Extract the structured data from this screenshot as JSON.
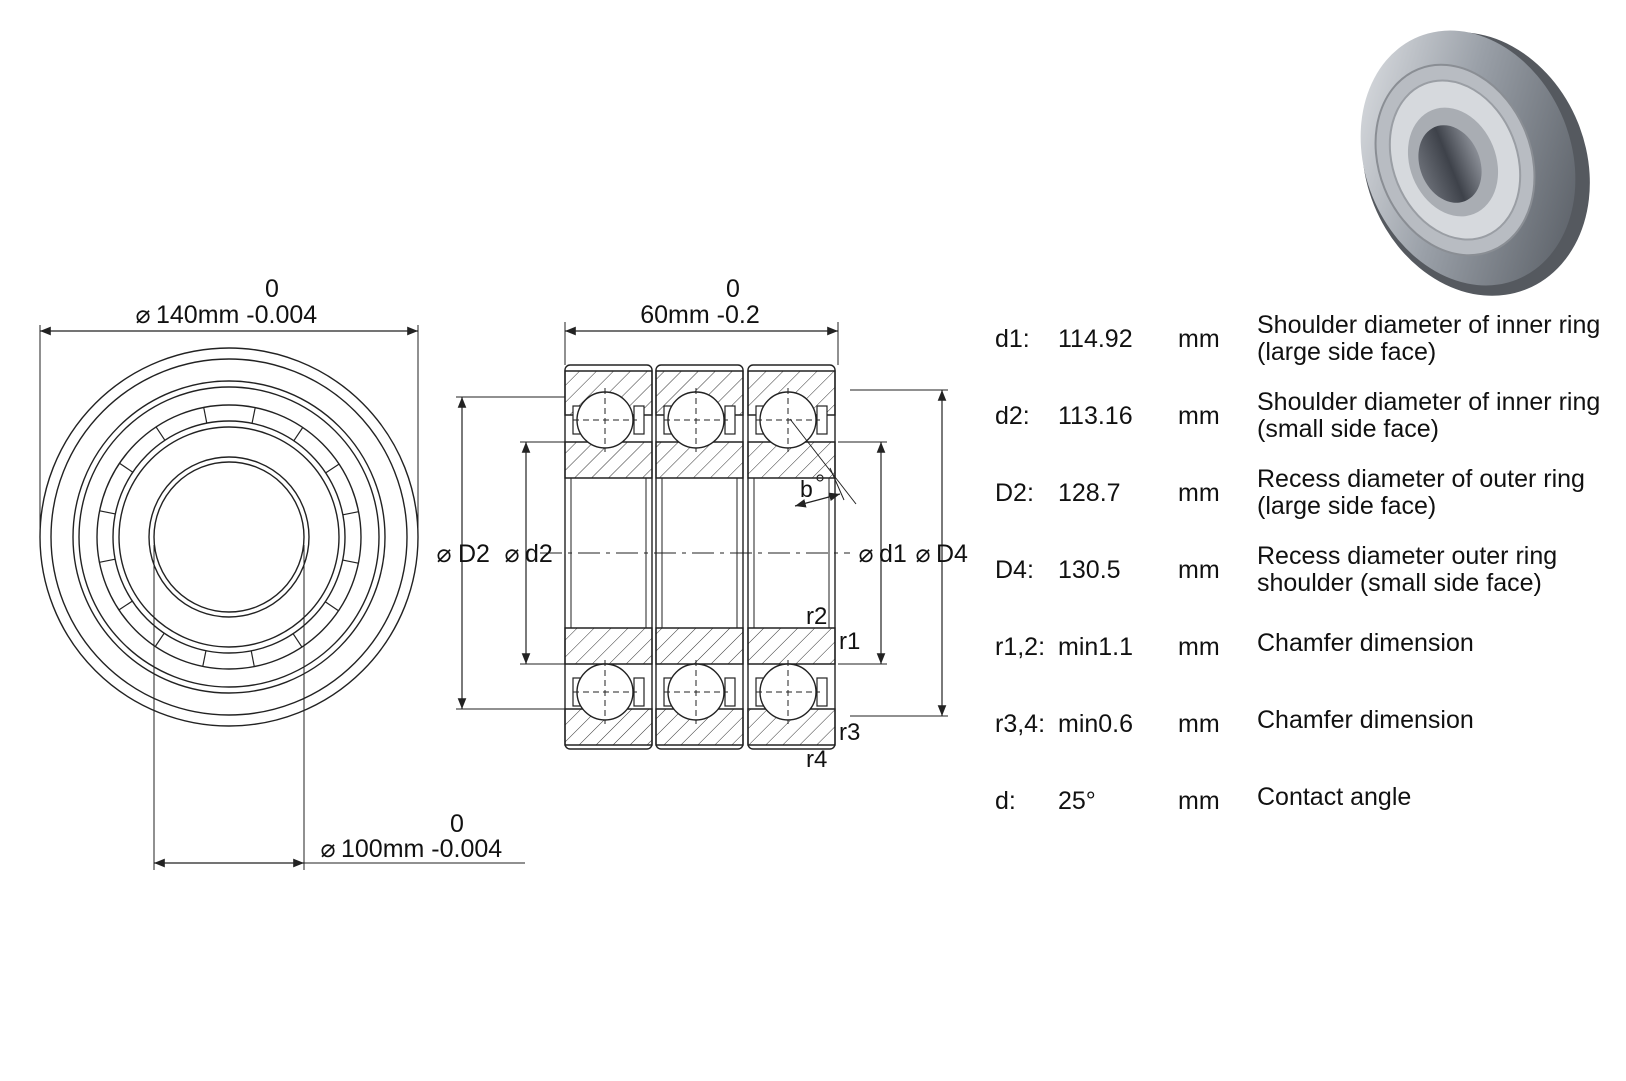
{
  "dims": {
    "outer_tol_upper": "0",
    "outer_label": "140mm -0.004",
    "width_tol_upper": "0",
    "width_label": "60mm -0.2",
    "bore_tol_upper": "0",
    "bore_label": "100mm -0.004",
    "d2_label": "D2",
    "d2s_label": "d2",
    "d1_label": "d1",
    "d4_label": "D4",
    "angle_label": "b",
    "r1": "r1",
    "r2": "r2",
    "r3": "r3",
    "r4": "r4",
    "diameter_symbol": "⌀"
  },
  "specs": [
    {
      "sym": "d1:",
      "val": "114.92",
      "unit": "mm",
      "desc": "Shoulder diameter of inner ring (large side face)"
    },
    {
      "sym": "d2:",
      "val": "113.16",
      "unit": "mm",
      "desc": "Shoulder diameter of inner ring (small side face)"
    },
    {
      "sym": "D2:",
      "val": "128.7",
      "unit": "mm",
      "desc": "Recess diameter of outer ring (large side face)"
    },
    {
      "sym": "D4:",
      "val": "130.5",
      "unit": "mm",
      "desc": "Recess diameter outer ring shoulder (small side face)"
    },
    {
      "sym": "r1,2:",
      "val": "min1.1",
      "unit": "mm",
      "desc": "Chamfer dimension"
    },
    {
      "sym": "r3,4:",
      "val": "min0.6",
      "unit": "mm",
      "desc": "Chamfer dimension"
    },
    {
      "sym": "d:",
      "val": "25°",
      "unit": "mm",
      "desc": "Contact angle"
    }
  ],
  "colors": {
    "line": "#222222",
    "bearing_light": "#c9ccd0",
    "bearing_dark": "#5b5f66"
  }
}
